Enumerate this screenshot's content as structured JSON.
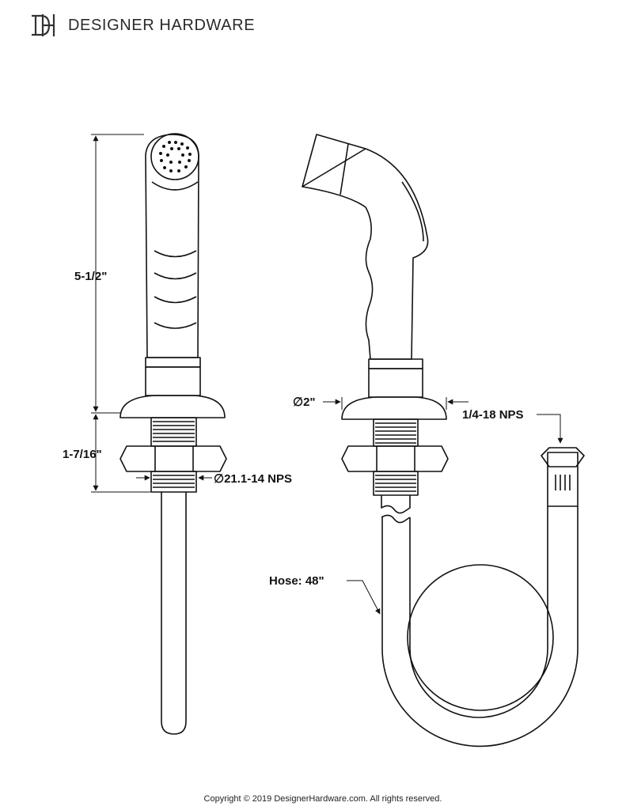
{
  "brand": {
    "name": "DESIGNER HARDWARE",
    "logo_letters": "DH"
  },
  "dimensions": {
    "spray_height": "5-1/2\"",
    "shank_length": "1-7/16\"",
    "thread_size": "∅21.1-14 NPS",
    "flange_diameter": "∅2\"",
    "hose_connection": "1/4-18 NPS",
    "hose_length": "Hose: 48\""
  },
  "footer": {
    "copyright": "Copyright © 2019 DesignerHardware.com. All rights reserved."
  },
  "colors": {
    "line": "#111111",
    "text": "#111111",
    "background": "#ffffff"
  }
}
